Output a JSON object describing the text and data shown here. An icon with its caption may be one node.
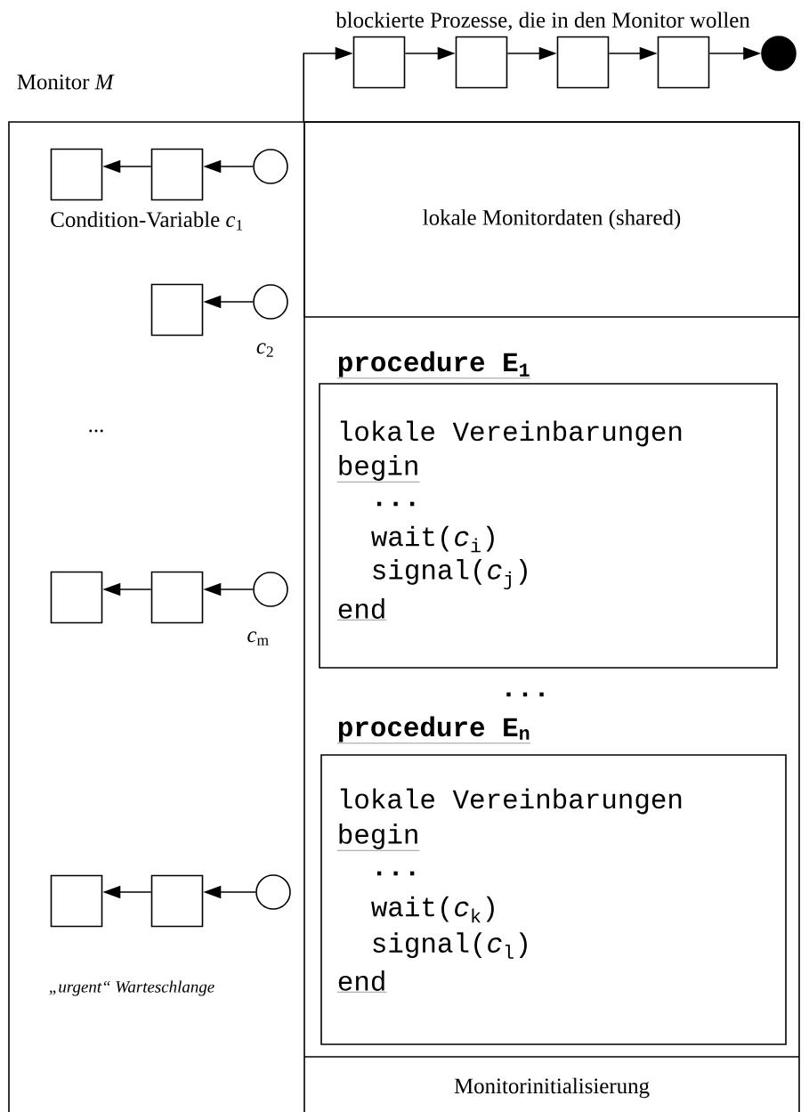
{
  "diagram": {
    "nodes": [
      {
        "text": [],
        "shape": "box"
      },
      {
        "text": [],
        "shape": "box"
      },
      {
        "text": [],
        "shape": "box"
      },
      {
        "text": [],
        "shape": "box"
      },
      {
        "text": [],
        "shape": "dot"
      },
      {
        "text": [
          "Monitor *M*"
        ]
      },
      {
        "text": [
          "lokale Monitordaten (shared)"
        ],
        "in": 5
      },
      {
        "text": [
          "procedure E$_{1}$",
          "lokale Vereinbarungen",
          "begin",
          "...",
          "wait(*c*$_{i}$)",
          "signal(*c*$_{j}$)",
          "end"
        ],
        "in": 5
      },
      {
        "text": [
          "procedure E$_{n}$",
          "lokale Vereinbarungen",
          "begin",
          "...",
          "wait(*c*$_{k}$)",
          "signal(*c*$_{l}$)",
          "end"
        ],
        "in": 5
      },
      {
        "text": [
          "Monitorinitialisierung"
        ],
        "in": 5
      },
      {
        "text": [],
        "shape": "box",
        "in": 5
      },
      {
        "text": [],
        "shape": "box",
        "in": 5
      },
      {
        "text": [],
        "shape": "circle",
        "in": 5
      },
      {
        "text": [],
        "shape": "box",
        "in": 5
      },
      {
        "text": [],
        "shape": "circle",
        "in": 5
      },
      {
        "text": [],
        "shape": "box",
        "in": 5
      },
      {
        "text": [],
        "shape": "box",
        "in": 5
      },
      {
        "text": [],
        "shape": "circle",
        "in": 5
      },
      {
        "text": [],
        "shape": "box",
        "in": 5
      },
      {
        "text": [],
        "shape": "box",
        "in": 5
      },
      {
        "text": [],
        "shape": "circle",
        "in": 5
      }
    ],
    "edges": [
      {
        "from": 6,
        "to": 0,
        "arrow": "to"
      },
      {
        "from": 0,
        "to": 1,
        "arrow": "to"
      },
      {
        "from": 1,
        "to": 2,
        "arrow": "to"
      },
      {
        "from": 2,
        "to": 3,
        "arrow": "to"
      },
      {
        "from": 3,
        "to": 4,
        "arrow": "to"
      },
      {
        "from": 12,
        "to": 11,
        "arrow": "to"
      },
      {
        "from": 11,
        "to": 10,
        "arrow": "to"
      },
      {
        "from": 14,
        "to": 13,
        "arrow": "to"
      },
      {
        "from": 17,
        "to": 16,
        "arrow": "to"
      },
      {
        "from": 16,
        "to": 15,
        "arrow": "to"
      },
      {
        "from": 20,
        "to": 19,
        "arrow": "to"
      },
      {
        "from": 19,
        "to": 18,
        "arrow": "to"
      }
    ],
    "labels": [
      "blockierte Prozesse, die in den Monitor wollen",
      "Condition-Variable *c*$_{1}$",
      "*c*$_{2}$",
      "...",
      "*c*$_{m}$",
      "...",
      "„urgent“ Warteschlange"
    ]
  }
}
